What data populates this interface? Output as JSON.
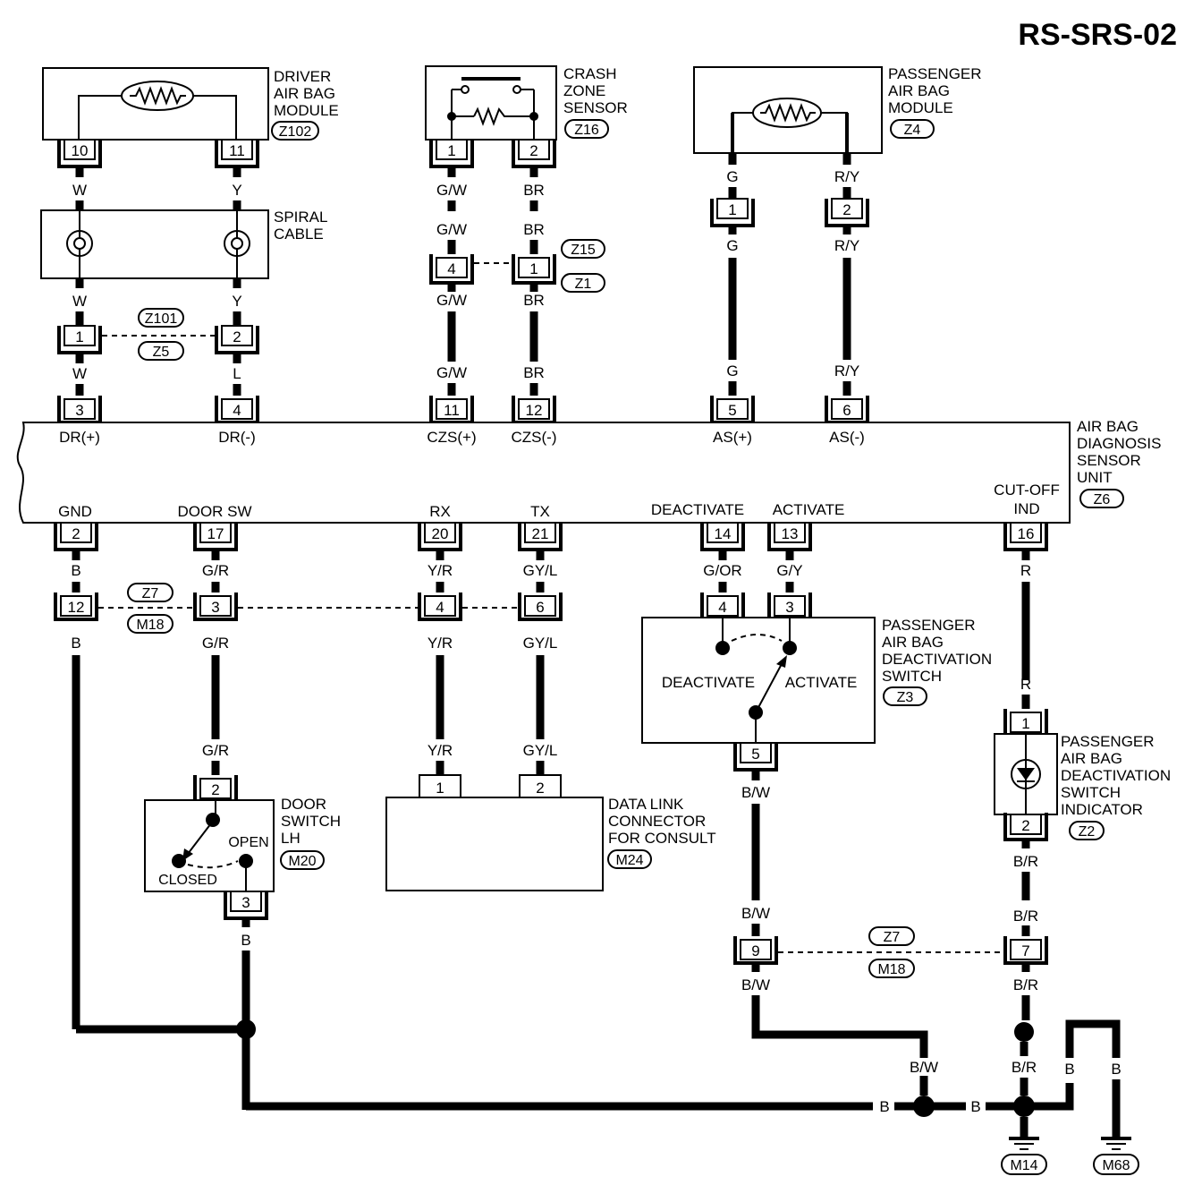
{
  "page_title": "RS-SRS-02",
  "components": {
    "driver_module": {
      "lines": [
        "DRIVER",
        "AIR BAG",
        "MODULE"
      ],
      "code": "Z102"
    },
    "crash_sensor": {
      "lines": [
        "CRASH",
        "ZONE",
        "SENSOR"
      ],
      "code": "Z16"
    },
    "passenger_module": {
      "lines": [
        "PASSENGER",
        "AIR BAG",
        "MODULE"
      ],
      "code": "Z4"
    },
    "spiral_cable": {
      "lines": [
        "SPIRAL",
        "CABLE"
      ]
    },
    "diag_unit": {
      "lines": [
        "AIR BAG",
        "DIAGNOSIS",
        "SENSOR",
        "UNIT"
      ],
      "code": "Z6"
    },
    "deact_switch": {
      "lines": [
        "PASSENGER",
        "AIR BAG",
        "DEACTIVATION",
        "SWITCH"
      ],
      "code": "Z3",
      "deactivate_label": "DEACTIVATE",
      "activate_label": "ACTIVATE"
    },
    "indicator": {
      "lines": [
        "PASSENGER",
        "AIR BAG",
        "DEACTIVATION",
        "SWITCH",
        "INDICATOR"
      ],
      "code": "Z2"
    },
    "door_switch": {
      "lines": [
        "DOOR",
        "SWITCH",
        "LH"
      ],
      "code": "M20",
      "open_label": "OPEN",
      "closed_label": "CLOSED"
    },
    "dlc": {
      "lines": [
        "DATA LINK",
        "CONNECTOR",
        "FOR  CONSULT"
      ],
      "code": "M24"
    }
  },
  "connector_codes": {
    "z15": "Z15",
    "z1": "Z1",
    "z101": "Z101",
    "z5": "Z5",
    "z7": "Z7",
    "m18": "M18",
    "z7b": "Z7",
    "m18b": "M18",
    "m14": "M14",
    "m68": "M68"
  },
  "unit_terminals_top": [
    "DR(+)",
    "DR(-)",
    "CZS(+)",
    "CZS(-)",
    "AS(+)",
    "AS(-)"
  ],
  "unit_terminals_bottom": [
    "GND",
    "DOOR SW",
    "RX",
    "TX",
    "DEACTIVATE",
    "ACTIVATE",
    "CUT-OFF",
    "IND"
  ],
  "pins": {
    "p10": "10",
    "p11": "11",
    "pz1": "1",
    "pz2": "2",
    "pg1": "1",
    "pg2": "2",
    "pc4": "4",
    "pc1": "1",
    "ps1": "1",
    "ps2": "2",
    "u3": "3",
    "u4": "4",
    "u11": "11",
    "u12": "12",
    "u5": "5",
    "u6": "6",
    "u2": "2",
    "u17": "17",
    "u20": "20",
    "u21": "21",
    "u14": "14",
    "u13": "13",
    "u16": "16",
    "m12": "12",
    "m3": "3",
    "m4": "4",
    "m6": "6",
    "s4": "4",
    "s3": "3",
    "s5": "5",
    "i1": "1",
    "i2": "2",
    "d2": "2",
    "d3": "3",
    "l1": "1",
    "l2": "2",
    "j9": "9",
    "j7": "7"
  },
  "wire_colors": {
    "w1": "W",
    "y1": "Y",
    "w2": "W",
    "y2": "Y",
    "w3": "W",
    "l3": "L",
    "gw1": "G/W",
    "br1": "BR",
    "gw2": "G/W",
    "br2": "BR",
    "gw3": "G/W",
    "br3": "BR",
    "gw4": "G/W",
    "br4": "BR",
    "g1": "G",
    "ry1": "R/Y",
    "g2": "G",
    "ry2": "R/Y",
    "g3": "G",
    "ry3": "R/Y",
    "b1": "B",
    "gr1": "G/R",
    "yr1": "Y/R",
    "gyl1": "GY/L",
    "gor1": "G/OR",
    "gy1": "G/Y",
    "r1": "R",
    "b2": "B",
    "gr2": "G/R",
    "yr2": "Y/R",
    "gyl2": "GY/L",
    "gr3": "G/R",
    "yr3": "Y/R",
    "gyl3": "GY/L",
    "bw1": "B/W",
    "r2": "R",
    "br_1": "B/R",
    "b3": "B",
    "bw2": "B/W",
    "br_2": "B/R",
    "bw3": "B/W",
    "br_3": "B/R",
    "bw4": "B/W",
    "br_4": "B/R",
    "b4": "B",
    "b5": "B",
    "b6": "B",
    "b7": "B"
  }
}
